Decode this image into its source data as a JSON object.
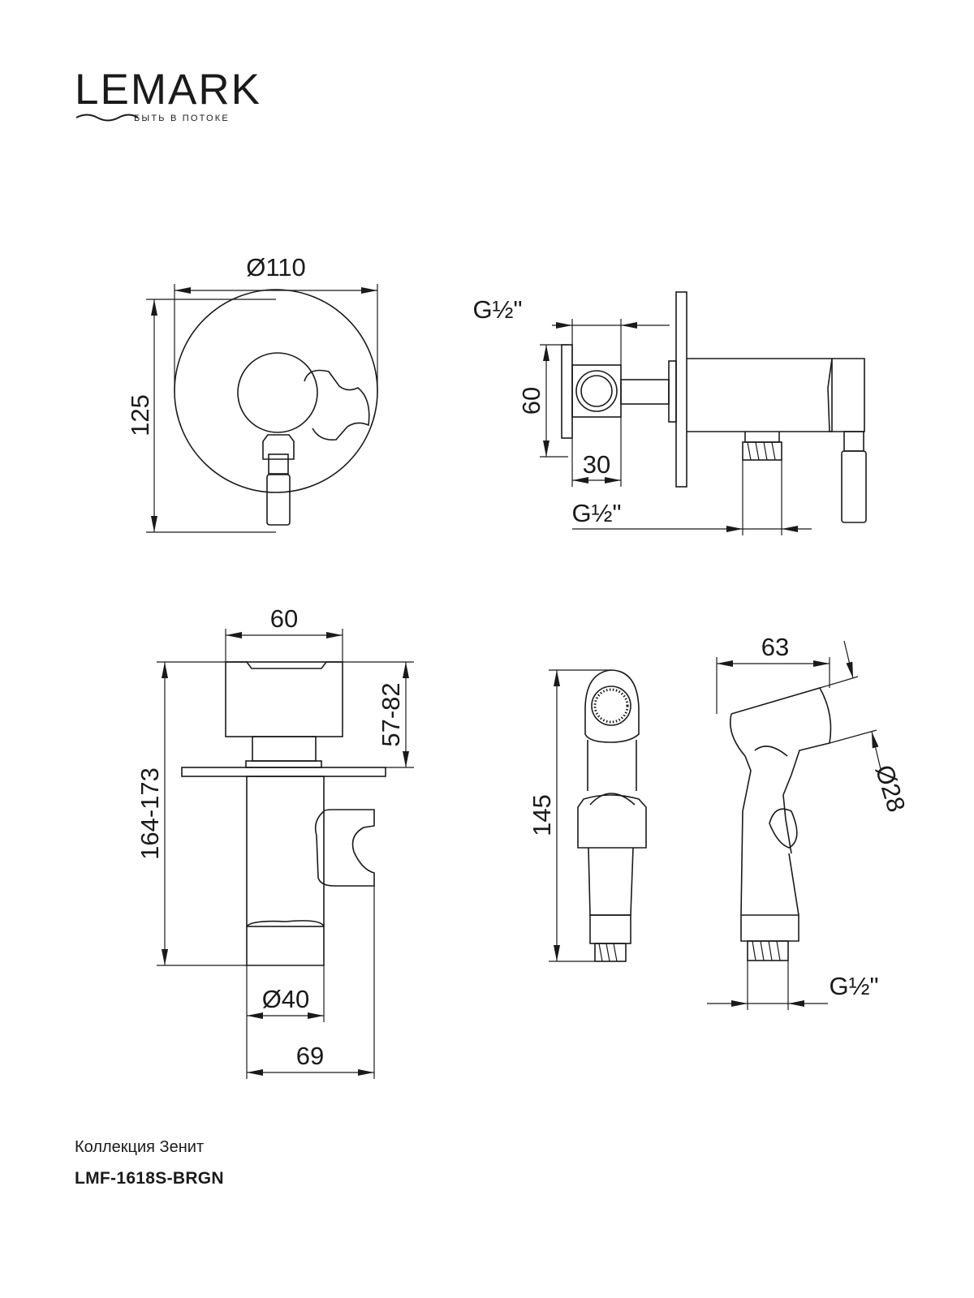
{
  "logo": {
    "name": "LEMARK",
    "tagline": "БЫТЬ В ПОТОКЕ"
  },
  "dimensions": {
    "front_diameter": "Ø110",
    "front_height": "125",
    "side_thread_top": "G½\"",
    "side_height": "60",
    "side_depth": "30",
    "side_thread_bottom": "G½\"",
    "top_width": "60",
    "top_range": "57-82",
    "total_height": "164-173",
    "holder_diameter": "Ø40",
    "holder_width": "69",
    "shower_width": "63",
    "shower_height": "145",
    "shower_diameter": "Ø28",
    "shower_thread": "G½\""
  },
  "footer": {
    "collection": "Коллекция Зенит",
    "model": "LMF-1618S-BRGN"
  }
}
